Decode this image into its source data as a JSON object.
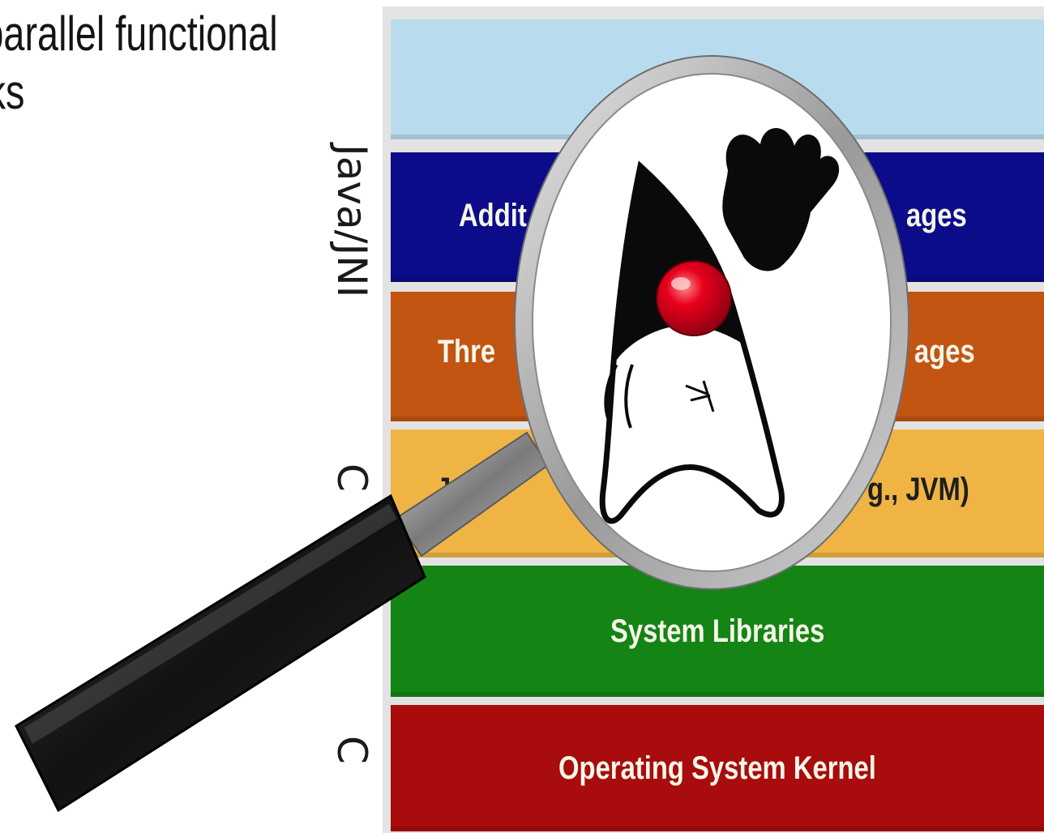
{
  "headline": {
    "line1": "v parallel functional",
    "line2": "orks"
  },
  "side_labels": {
    "java_jni": "Java/JNI",
    "c_upper": "C",
    "c_lower": "C"
  },
  "layers": {
    "additional_packages_left": "Addit",
    "additional_packages_right": "ages",
    "threading_left": "Thre",
    "threading_right": "ages",
    "vm_left": "J",
    "vm_right": "g., JVM)",
    "system_libraries": "System Libraries",
    "os_kernel": "Operating System Kernel"
  },
  "colors": {
    "apps": "#b8dced",
    "additional": "#0c0c8a",
    "threading": "#c25512",
    "vm": "#f0b445",
    "system_libraries": "#148414",
    "kernel": "#a80c0c",
    "lens_rim": "#a9a9a9",
    "handle": "#1c1c1c",
    "mascot_nose": "#e0001b"
  },
  "icons": {
    "magnifier": "magnifying-glass-icon",
    "mascot": "duke-mascot-icon"
  }
}
